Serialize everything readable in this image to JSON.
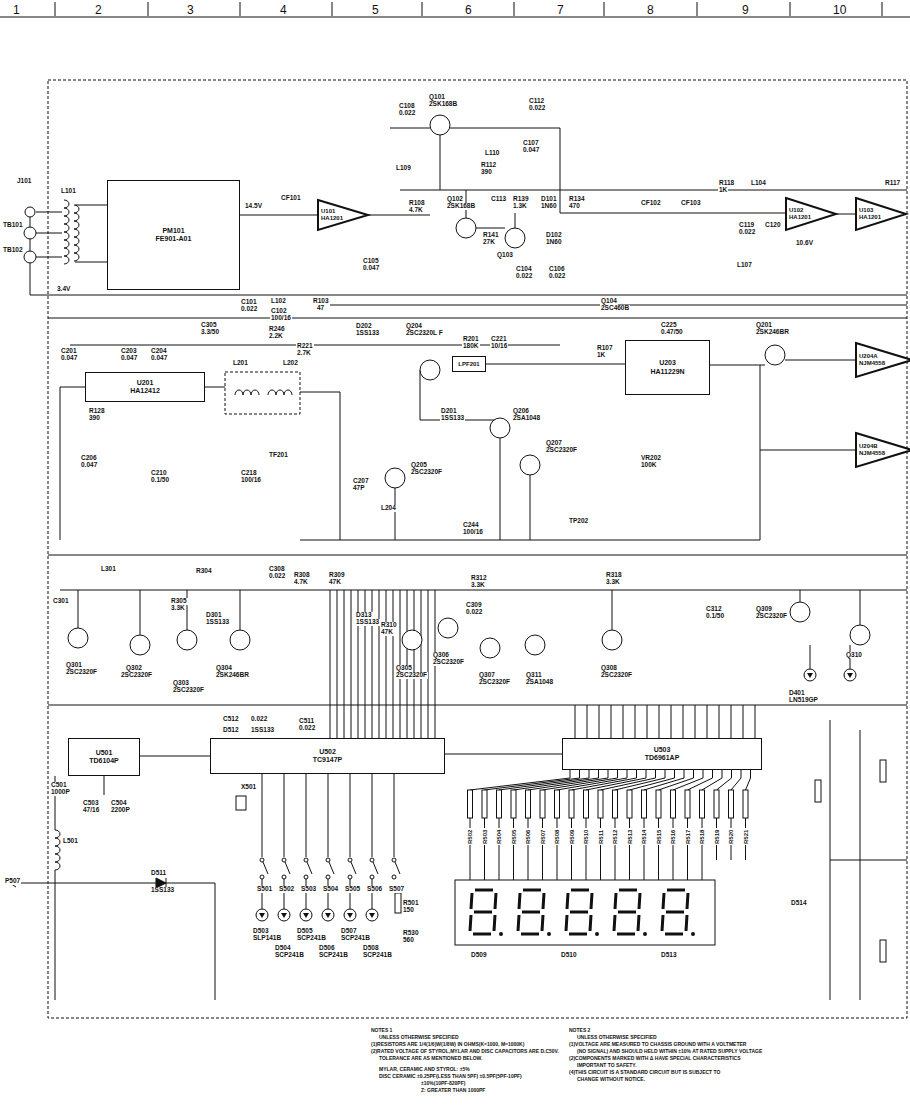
{
  "diagram": {
    "nodes": [
      {
        "text": [
          "PM101",
          "FE901-A01"
        ]
      },
      {
        "text": [
          "U101",
          "HA1201"
        ]
      },
      {
        "text": [
          "U102",
          "HA1201"
        ]
      },
      {
        "text": [
          "U103",
          "HA1201"
        ]
      },
      {
        "text": [
          "U201",
          "HA12412"
        ]
      },
      {
        "text": [
          "LPF201"
        ]
      },
      {
        "text": [
          "U203",
          "HA11229N"
        ]
      },
      {
        "text": [
          "U204A",
          "NJM4558"
        ]
      },
      {
        "text": [
          "U204B",
          "NJM4558"
        ]
      },
      {
        "text": [
          "U501",
          "TD6104P"
        ]
      },
      {
        "text": [
          "U502",
          "TC9147P"
        ]
      },
      {
        "text": [
          "U503",
          "TD6961AP"
        ]
      }
    ],
    "edges": [
      {
        "from": 0,
        "to": 1,
        "arrow": "none"
      },
      {
        "from": 2,
        "to": 3,
        "arrow": "none"
      },
      {
        "from": 9,
        "to": 10,
        "arrow": "none"
      },
      {
        "from": 10,
        "to": 11,
        "arrow": "none"
      }
    ],
    "labels": [
      "1",
      "2",
      "3",
      "4",
      "5",
      "6",
      "7",
      "8",
      "9",
      "10",
      "J101",
      "TB101",
      "TB102",
      "L101",
      "3.4V",
      "14.5V",
      "CF101",
      "C101",
      "0.022",
      "L102",
      "R103",
      "47",
      "C102",
      "100/16",
      "C105",
      "0.047",
      "C108",
      "0.022",
      "Q101",
      "2SK168B",
      "C112",
      "0.022",
      "C107",
      "0.047",
      "L110",
      "L109",
      "R112",
      "390",
      "R108",
      "4.7K",
      "Q102",
      "2SK168B",
      "C113",
      "R139",
      "1.3K",
      "D101",
      "1N60",
      "R134",
      "470",
      "R141",
      "27K",
      "D102",
      "1N60",
      "Q103",
      "C104",
      "0.022",
      "C106",
      "0.022",
      "Q104",
      "2SC460B",
      "CF102",
      "CF103",
      "R118",
      "1K",
      "L104",
      "C119",
      "0.022",
      "C120",
      "L107",
      "R117",
      "10.6V",
      "C305",
      "3.3/50",
      "R246",
      "2.2K",
      "D202",
      "1SS133",
      "R221",
      "2.7K",
      "Q204",
      "2SC2320L F",
      "C201",
      "0.047",
      "C203",
      "0.047",
      "C204",
      "0.047",
      "R128",
      "390",
      "C206",
      "0.047",
      "C210",
      "0.1/50",
      "L201",
      "L202",
      "TF201",
      "C218",
      "100/16",
      "R201",
      "180K",
      "C221",
      "10/16",
      "C225",
      "0.47/50",
      "R107",
      "1K",
      "Q201",
      "2SK246BR",
      "D201",
      "1SS133",
      "Q206",
      "2SA1048",
      "Q207",
      "2SC2320F",
      "Q205",
      "2SC2320F",
      "C207",
      "47P",
      "L204",
      "C244",
      "100/16",
      "TP202",
      "VR202",
      "100K",
      "C301",
      "L301",
      "R304",
      "C308",
      "0.022",
      "R305",
      "3.3K",
      "R308",
      "4.7K",
      "R309",
      "47K",
      "R310",
      "47K",
      "R312",
      "3.3K",
      "R318",
      "3.3K",
      "Q301",
      "2SC2320F",
      "Q302",
      "2SC2320F",
      "D301",
      "1SS133",
      "Q303",
      "2SC2320F",
      "Q304",
      "2SK246BR",
      "D313",
      "1SS133",
      "Q305",
      "2SC2320F",
      "Q306",
      "2SC2320F",
      "C309",
      "0.022",
      "Q307",
      "2SC2320F",
      "Q311",
      "2SA1048",
      "Q308",
      "2SC2320F",
      "C312",
      "0.1/50",
      "Q309",
      "2SC2320F",
      "Q310",
      "D401",
      "LN519GP",
      "C512",
      "0.022",
      "D512",
      "1SS133",
      "C511",
      "0.022",
      "C501",
      "1000P",
      "C503",
      "47/16",
      "C504",
      "2200P",
      "X501",
      "L501",
      "P507",
      "D511",
      "1SS133",
      "S501",
      "S502",
      "S503",
      "S504",
      "S505",
      "S506",
      "S507",
      "D503",
      "SLP141B",
      "D504",
      "SCP241B",
      "D505",
      "SCP241B",
      "D506",
      "SCP241B",
      "D507",
      "SCP241B",
      "D508",
      "SCP241B",
      "R501",
      "150",
      "R530",
      "560",
      "D509",
      "D510",
      "D513",
      "D514",
      "R502",
      "R503",
      "R504",
      "R505",
      "R506",
      "R507",
      "R508",
      "R509",
      "R510",
      "R511",
      "R512",
      "R513",
      "R514",
      "R515",
      "R516",
      "R517",
      "R518",
      "R519",
      "R520",
      "R521",
      "NOTES 1",
      "UNLESS OTHERWISE SPECIFIED",
      "(1)RESISTORS ARE 1/4(1/6)W(1/8W) IN OHMS(K=1000, M=1000K)",
      "(2)RATED VOLTAGE OF STYROL,MYLAR AND DISC CAPACITORS ARE D.C50V.",
      "TOLERANCE ARE AS MENTIONED BELOW.",
      "MYLAR, CERAMIC AND STYROL: ±5%",
      "DISC CERAMIC ±0.25PF(LESS THAN 5PF) ±0.5PF(5PF-10PF)",
      "±10%(10PF-820PF)",
      "Z: GREATER THAN 1000PF",
      "NOTES 2",
      "UNLESS OTHERWISE SPECIFIED",
      "(1)VOLTAGE ARE MEASURED TO CHASSIS GROUND WITH A VOLTMETER",
      "(NO SIGNAL) AND SHOULD HELD WITHIN ±10% AT RATED SUPPLY VOLTAGE",
      "(2)COMPONENTS MARKED WITH Δ HAVE SPECIAL CHARACTERISTICS",
      "IMPORTANT TO SAFETY.",
      "(4)THIS CIRCUIT IS A STANDARD CIRCUIT BUT IS SUBJECT TO",
      "CHANGE WITHOUT NOTICE."
    ]
  }
}
